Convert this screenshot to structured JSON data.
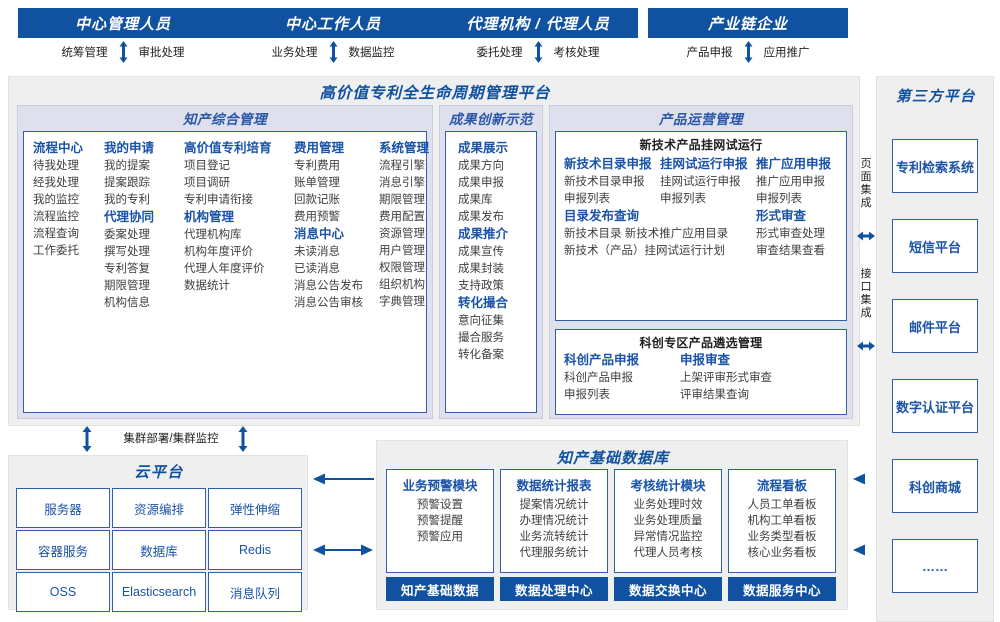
{
  "actors": [
    {
      "title": "中心管理人员",
      "left": "统筹管理",
      "right": "审批处理"
    },
    {
      "title": "中心工作人员",
      "left": "业务处理",
      "right": "数据监控"
    },
    {
      "title": "代理机构 / 代理人员",
      "left": "委托处理",
      "right": "考核处理"
    },
    {
      "title": "产业链企业",
      "left": "产品申报",
      "right": "应用推广"
    }
  ],
  "platform": {
    "title": "高价值专利全生命周期管理平台",
    "groups": [
      {
        "title": "知产综合管理",
        "columns": [
          {
            "blocks": [
              {
                "head": "流程中心",
                "items": [
                  "待我处理",
                  "经我处理",
                  "我的监控",
                  "流程监控",
                  "流程查询",
                  "工作委托"
                ]
              }
            ]
          },
          {
            "blocks": [
              {
                "head": "我的申请",
                "items": [
                  "我的提案",
                  "提案跟踪",
                  "我的专利"
                ]
              },
              {
                "head": "代理协同",
                "items": [
                  "委案处理",
                  "撰写处理",
                  "专利答复",
                  "期限管理",
                  "机构信息"
                ]
              }
            ]
          },
          {
            "blocks": [
              {
                "head": "高价值专利培育",
                "items": [
                  "项目登记",
                  "项目调研",
                  "专利申请衔接"
                ]
              },
              {
                "head": "机构管理",
                "items": [
                  "代理机构库",
                  "机构年度评价",
                  "代理人年度评价",
                  "数据统计"
                ]
              }
            ]
          },
          {
            "blocks": [
              {
                "head": "费用管理",
                "items": [
                  "专利费用",
                  "账单管理",
                  "回款记账",
                  "费用预警"
                ]
              },
              {
                "head": "消息中心",
                "items": [
                  "未读消息",
                  "已读消息",
                  "消息公告发布",
                  "消息公告审核"
                ]
              }
            ]
          },
          {
            "blocks": [
              {
                "head": "系统管理",
                "items": [
                  "流程引擎",
                  "消息引擎",
                  "期限管理",
                  "费用配置",
                  "资源管理",
                  "用户管理",
                  "权限管理",
                  "组织机构",
                  "字典管理"
                ]
              }
            ]
          }
        ]
      },
      {
        "title": "成果创新示范",
        "columns": [
          {
            "blocks": [
              {
                "head": "成果展示",
                "items": [
                  "成果方向",
                  "成果申报",
                  "成果库",
                  "成果发布"
                ]
              },
              {
                "head": "成果推介",
                "items": [
                  "成果宣传",
                  "成果封装",
                  "支持政策"
                ]
              },
              {
                "head": "转化撮合",
                "items": [
                  "意向征集",
                  "撮合服务",
                  "转化备案"
                ]
              }
            ]
          }
        ]
      },
      {
        "title": "产品运营管理",
        "subboxes": [
          {
            "title": "新技术产品挂网试运行",
            "columns": [
              {
                "blocks": [
                  {
                    "head": "新技术目录申报",
                    "items": [
                      "新技术目录申报",
                      "申报列表"
                    ]
                  },
                  {
                    "head": "目录发布查询",
                    "items": [
                      "新技术目录    新技术推广应用目录",
                      "新技术（产品）挂网试运行计划"
                    ]
                  }
                ]
              },
              {
                "blocks": [
                  {
                    "head": "挂网试运行申报",
                    "items": [
                      "挂网试运行申报",
                      "申报列表"
                    ]
                  }
                ]
              },
              {
                "blocks": [
                  {
                    "head": "推广应用申报",
                    "items": [
                      "推广应用申报",
                      "申报列表"
                    ]
                  },
                  {
                    "head": "形式审查",
                    "items": [
                      "形式审查处理",
                      "审查结果查看"
                    ]
                  }
                ]
              }
            ]
          },
          {
            "title": "科创专区产品遴选管理",
            "columns": [
              {
                "blocks": [
                  {
                    "head": "科创产品申报",
                    "items": [
                      "科创产品申报",
                      "申报列表"
                    ]
                  }
                ]
              },
              {
                "blocks": [
                  {
                    "head": "申报审查",
                    "items": [
                      "上架评审形式审查",
                      "评审结果查询"
                    ]
                  }
                ]
              }
            ]
          }
        ]
      }
    ]
  },
  "integration": {
    "page_label": "页面集成",
    "api_label": "接口集成"
  },
  "third_party": {
    "title": "第三方平台",
    "items": [
      "专利检索系统",
      "短信平台",
      "邮件平台",
      "数字认证平台",
      "科创商城",
      "……"
    ]
  },
  "cluster_label": "集群部署/集群监控",
  "cloud": {
    "title": "云平台",
    "cells": [
      "服务器",
      "资源编排",
      "弹性伸缩",
      "容器服务",
      "数据库",
      "Redis",
      "OSS",
      "Elasticsearch",
      "消息队列"
    ]
  },
  "database": {
    "title": "知产基础数据库",
    "columns": [
      {
        "head": "业务预警模块",
        "items": [
          "预警设置",
          "预警提醒",
          "预警应用"
        ],
        "foot": "知产基础数据"
      },
      {
        "head": "数据统计报表",
        "items": [
          "提案情况统计",
          "办理情况统计",
          "业务流转统计",
          "代理服务统计"
        ],
        "foot": "数据处理中心"
      },
      {
        "head": "考核统计模块",
        "items": [
          "业务处理时效",
          "业务处理质量",
          "异常情况监控",
          "代理人员考核"
        ],
        "foot": "数据交换中心"
      },
      {
        "head": "流程看板",
        "items": [
          "人员工单看板",
          "机构工单看板",
          "业务类型看板",
          "核心业务看板"
        ],
        "foot": "数据服务中心"
      }
    ]
  },
  "colors": {
    "brand": "#10529f",
    "accent": "#2f5fa8",
    "panel": "#efefef",
    "group_band": "#dfe0ee"
  }
}
